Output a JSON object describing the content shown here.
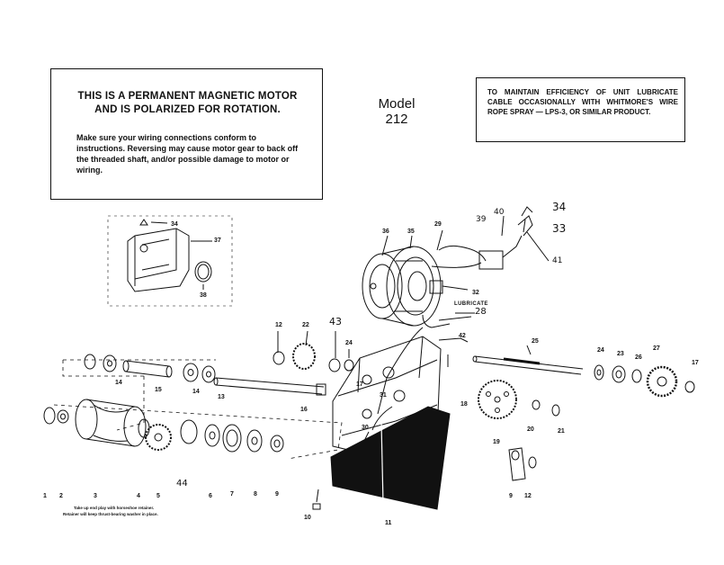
{
  "warning": {
    "title_line1": "THIS IS A PERMANENT MAGNETIC MOTOR",
    "title_line2": "AND IS POLARIZED FOR ROTATION.",
    "body": "Make sure your wiring connections conform to instructions. Reversing may cause motor gear to back off the threaded shaft, and/or possible damage to motor or wiring."
  },
  "model": {
    "line1": "Model",
    "line2": "212"
  },
  "lubricate_note": "TO MAINTAIN EFFICIENCY OF UNIT LUBRICATE CABLE OCCASIONALLY WITH WHITMORE'S WIRE ROPE SPRAY — LPS-3, OR SIMILAR PRODUCT.",
  "lubricate_label": "LUBRICATE",
  "retainer_note": {
    "line1": "Take up end play with horseshoe retainer.",
    "line2": "Retainer will keep thrust-bearing washer in place."
  },
  "callouts": {
    "c1": "1",
    "c2": "2",
    "c3": "3",
    "c4": "4",
    "c5": "5",
    "c6": "6",
    "c7": "7",
    "c8": "8",
    "c9": "9",
    "c9b": "9",
    "c10": "10",
    "c11": "11",
    "c12": "12",
    "c12b": "12",
    "c13": "13",
    "c14": "14",
    "c14b": "14",
    "c15": "15",
    "c16": "16",
    "c17": "17",
    "c17b": "17",
    "c18": "18",
    "c19": "19",
    "c20": "20",
    "c21": "21",
    "c22": "22",
    "c23": "23",
    "c24": "24",
    "c24b": "24",
    "c25": "25",
    "c26": "26",
    "c27": "27",
    "c28": "28",
    "c29": "29",
    "c30": "30",
    "c31": "31",
    "c32": "32",
    "c33": "33",
    "c34": "34",
    "c34b": "34",
    "c35": "35",
    "c36": "36",
    "c37": "37",
    "c38": "38",
    "c39": "39",
    "c40": "40",
    "c41": "41",
    "c42": "42",
    "c43": "43",
    "c44": "44"
  }
}
